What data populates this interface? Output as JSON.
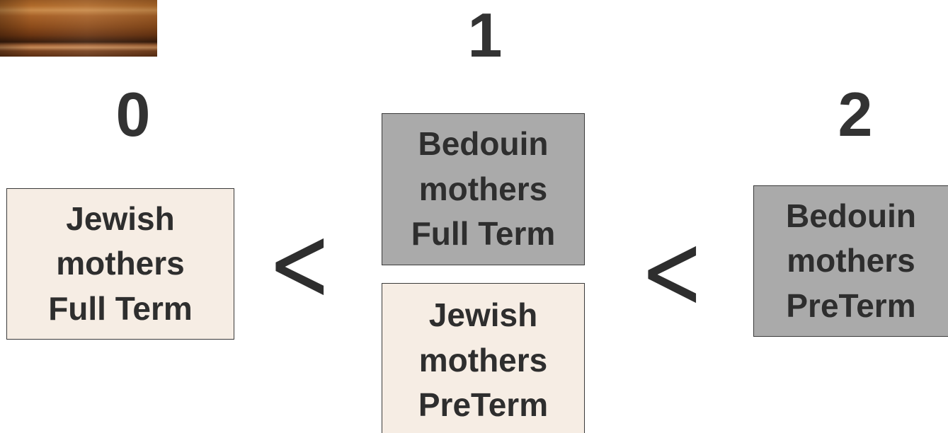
{
  "ranks": {
    "left": "0",
    "center": "1",
    "right": "2"
  },
  "boxes": {
    "left": {
      "label": "Jewish\nmothers\nFull Term",
      "fill": "#f6ede4"
    },
    "center_top": {
      "label": "Bedouin\nmothers\nFull Term",
      "fill": "#aaaaaa"
    },
    "center_bottom": {
      "label": "Jewish\nmothers\nPreTerm",
      "fill": "#f6ede4"
    },
    "right": {
      "label": "Bedouin\nmothers\nPreTerm",
      "fill": "#aaaaaa"
    }
  },
  "comparators": {
    "first": "<",
    "second": "<"
  },
  "colors": {
    "text": "#333333",
    "cream": "#f6ede4",
    "gray": "#aaaaaa"
  }
}
